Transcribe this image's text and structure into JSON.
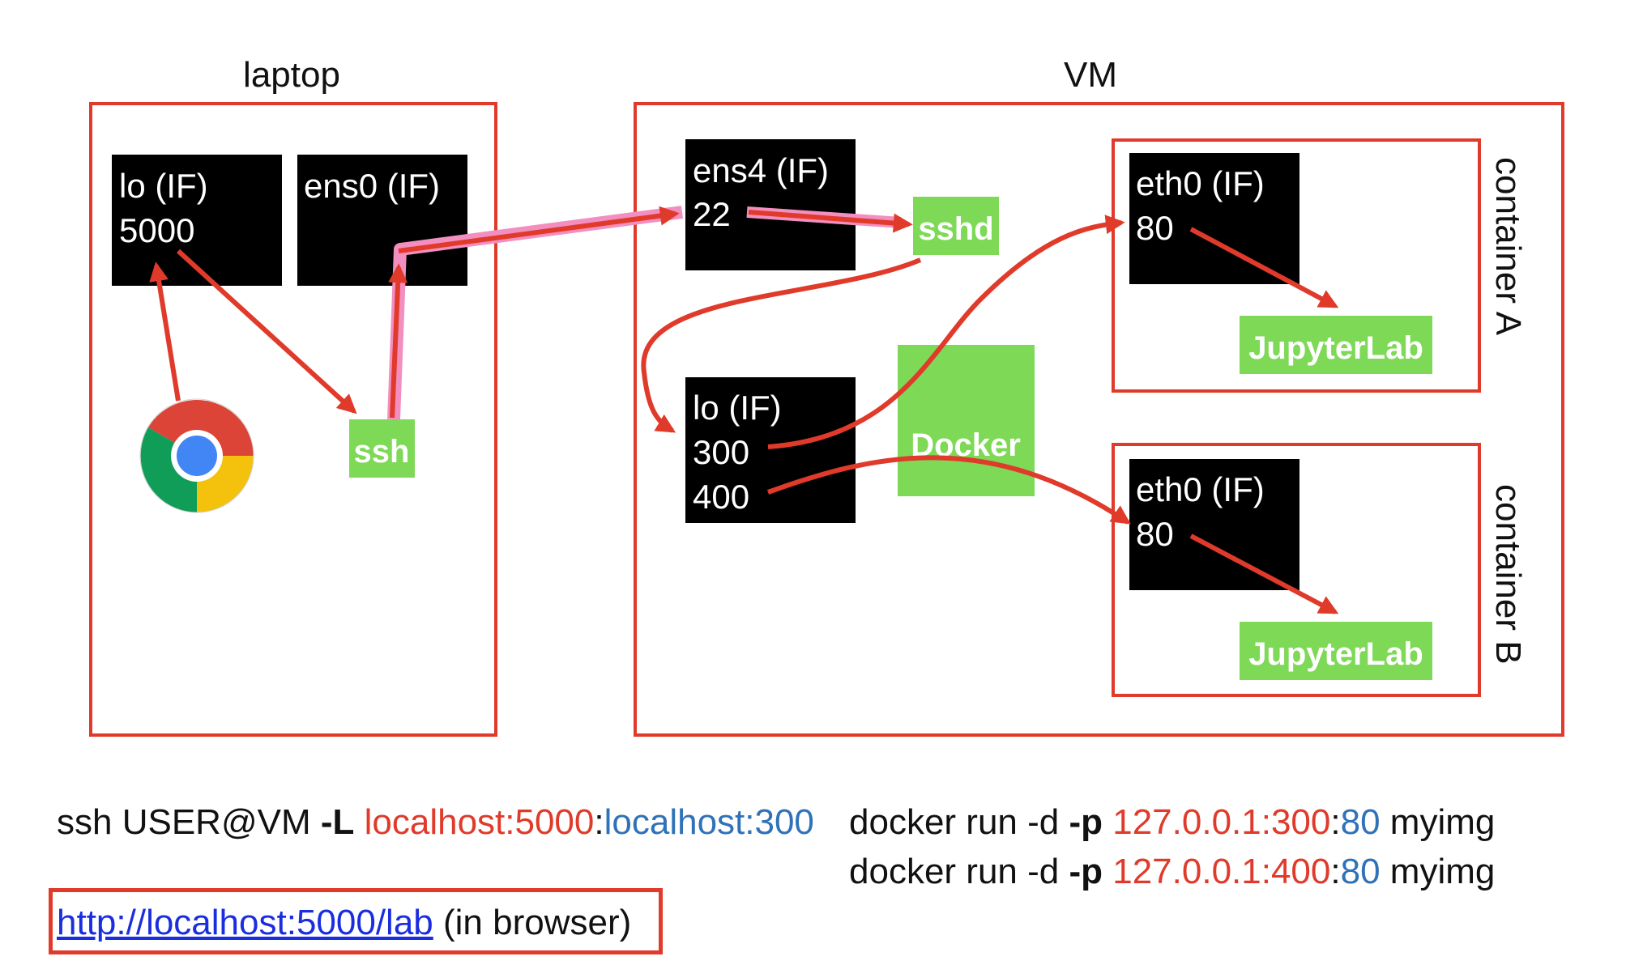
{
  "diagram": {
    "laptop": {
      "title": "laptop",
      "lo": {
        "name": "lo (IF)",
        "port": "5000"
      },
      "ens0": {
        "name": "ens0 (IF)"
      },
      "ssh_label": "ssh"
    },
    "vm": {
      "title": "VM",
      "ens4": {
        "name": "ens4 (IF)",
        "port": "22"
      },
      "sshd_label": "sshd",
      "lo": {
        "name": "lo (IF)",
        "port1": "300",
        "port2": "400"
      },
      "docker_label": "Docker",
      "container_a": {
        "title": "container A",
        "iface": "eth0 (IF)",
        "port": "80",
        "app": "JupyterLab"
      },
      "container_b": {
        "title": "container B",
        "iface": "eth0 (IF)",
        "port": "80",
        "app": "JupyterLab"
      }
    }
  },
  "commands": {
    "ssh": {
      "prefix": "ssh USER@VM ",
      "flag": "-L",
      "local": "localhost:5000",
      "sep": ":",
      "remote": "localhost:300"
    },
    "docker1": {
      "prefix": "docker run -d ",
      "flag": "-p",
      "host": "127.0.0.1:300",
      "sep": ":",
      "port": "80",
      "suffix": " myimg"
    },
    "docker2": {
      "prefix": "docker run -d ",
      "flag": "-p",
      "host": "127.0.0.1:400",
      "sep": ":",
      "port": "80",
      "suffix": " myimg"
    }
  },
  "browser": {
    "url": "http://localhost:5000/lab",
    "note": " (in browser)"
  },
  "colors": {
    "red": "#e03a2a",
    "green": "#7ed957",
    "pink": "#f28fc0",
    "black": "#000000",
    "blue": "#2f72b8"
  },
  "icons": {
    "browser": "chrome-icon"
  }
}
